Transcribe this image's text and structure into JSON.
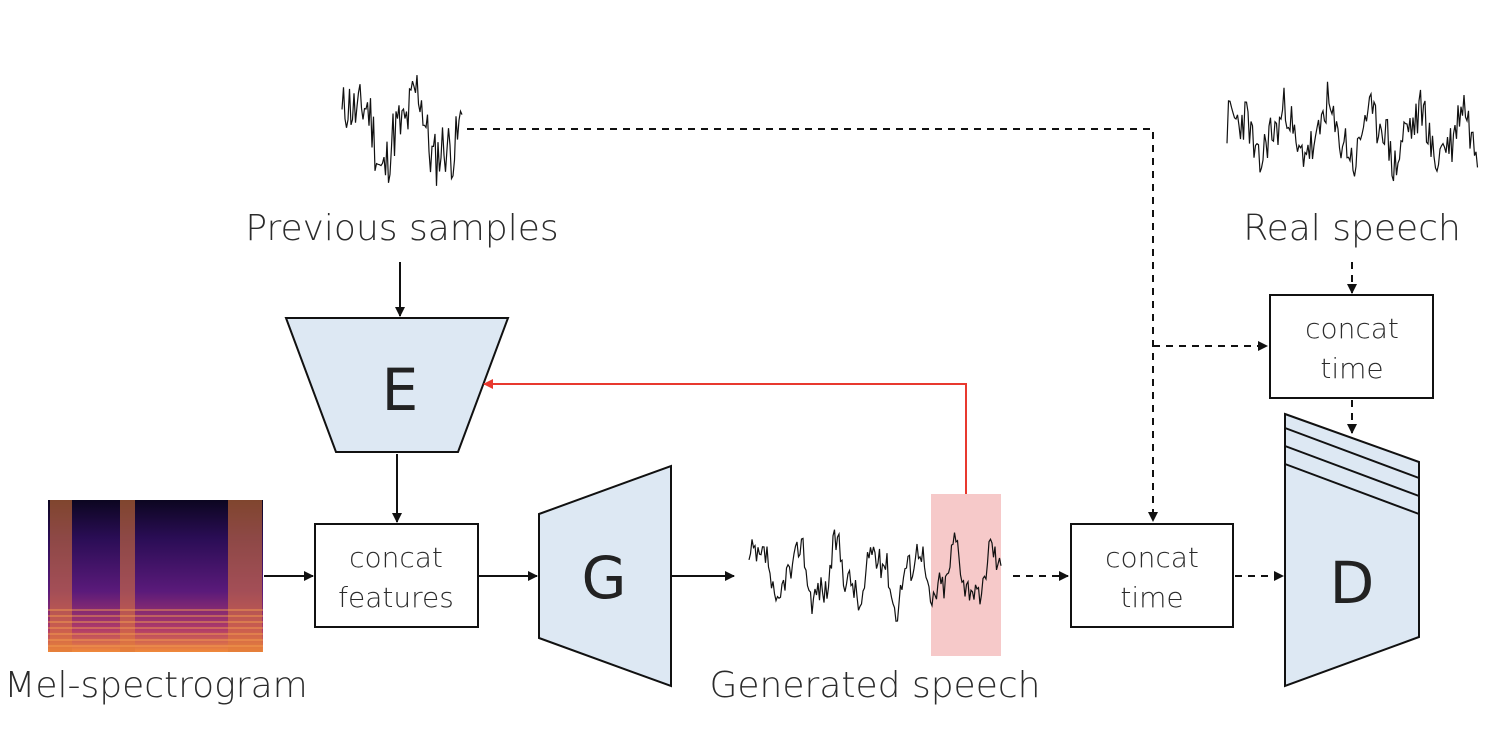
{
  "labels": {
    "previous_samples": "Previous samples",
    "real_speech": "Real speech",
    "mel_spectrogram": "Mel-spectrogram",
    "generated_speech": "Generated speech"
  },
  "blocks": {
    "encoder": "E",
    "generator": "G",
    "discriminator": "D"
  },
  "boxes": {
    "concat_features": [
      "concat",
      "features"
    ],
    "concat_time_top": [
      "concat",
      "time"
    ],
    "concat_time_bottom": [
      "concat",
      "time"
    ]
  },
  "colors": {
    "block_fill": "#dde8f3",
    "feedback_arrow": "#e8392f",
    "highlight": "#f6c9c9",
    "stroke": "#111111"
  }
}
